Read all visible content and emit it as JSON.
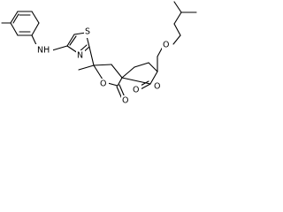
{
  "structure": {
    "atoms": {
      "nh": "NH",
      "thiazole_s": "S",
      "thiazole_n": "N",
      "ether_o": "O",
      "lactone1_ring_o": "O",
      "lactone1_carbonyl_o": "O",
      "lactone2_ring_o": "O",
      "lactone2_carbonyl_o": "O"
    }
  }
}
